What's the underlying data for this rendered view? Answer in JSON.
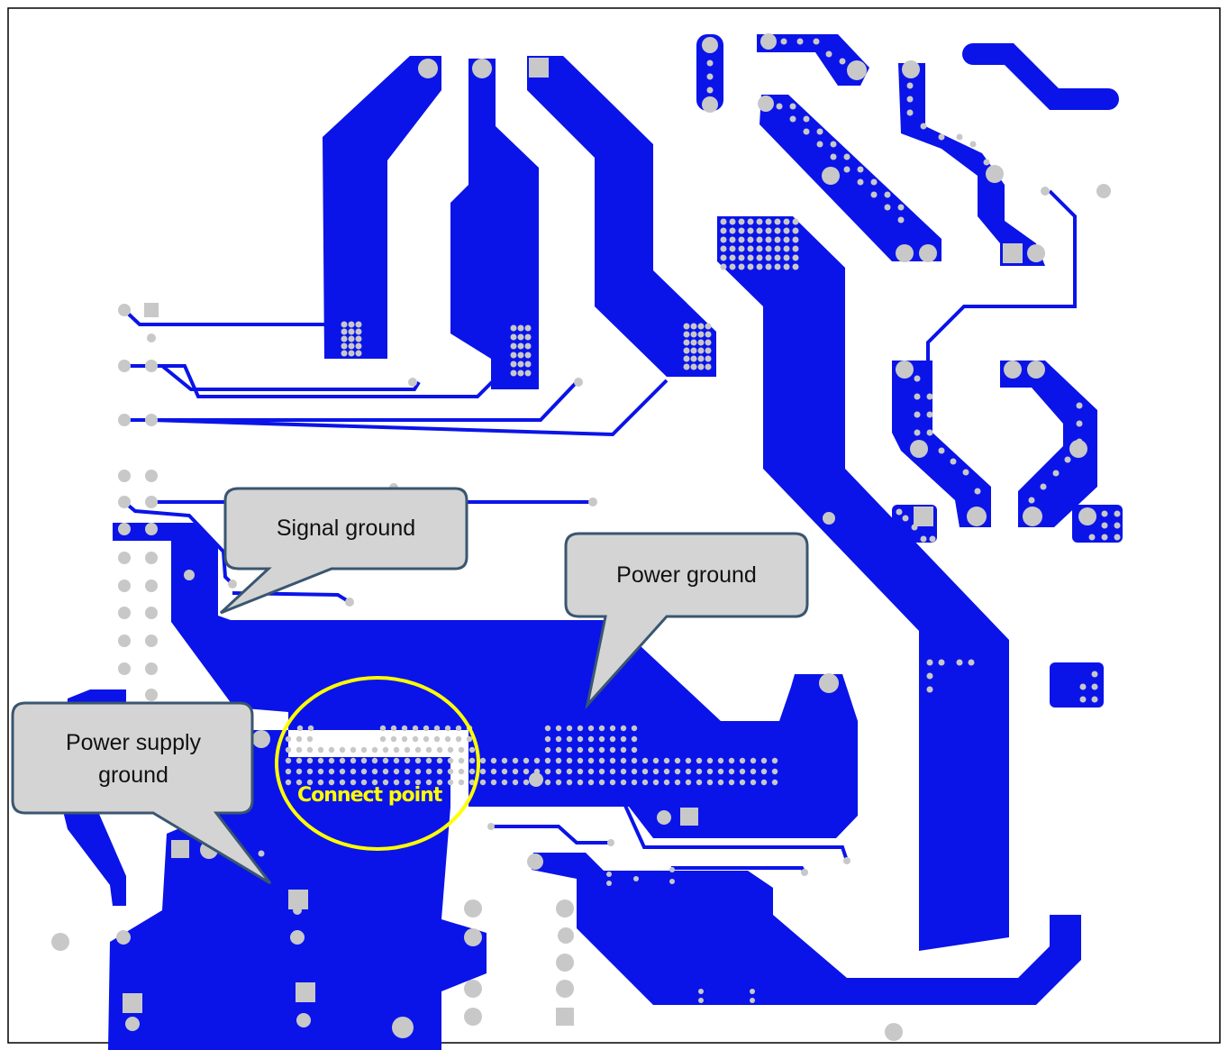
{
  "colors": {
    "copper": "#0a14e8",
    "pad": "#c8c8c8",
    "callout_fill": "#d4d4d4",
    "callout_stroke": "#3a5670",
    "highlight": "#ffff00"
  },
  "callouts": {
    "signal_ground": "Signal ground",
    "power_ground": "Power ground",
    "power_supply_ground": "Power supply ground"
  },
  "highlight": {
    "label": "Connect point"
  }
}
